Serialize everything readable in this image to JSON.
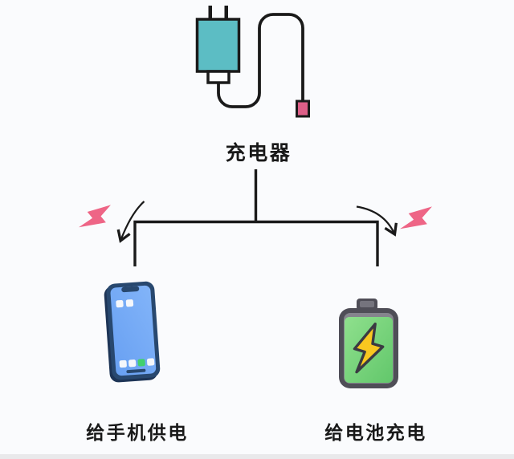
{
  "diagram": {
    "root": {
      "icon": "charger-icon",
      "label": "充电器"
    },
    "branches": [
      {
        "icon": "smartphone-icon",
        "label": "给手机供电",
        "connector": "curved-arrow-left",
        "decoration": "lightning-bolt-icon"
      },
      {
        "icon": "battery-charging-icon",
        "label": "给电池充电",
        "connector": "curved-arrow-right",
        "decoration": "lightning-bolt-icon"
      }
    ]
  },
  "colors": {
    "background": "#fafbfd",
    "line": "#1a1a1a",
    "text": "#191919",
    "charger_body": "#5cbdc4",
    "charger_connector": "#fdfdfd",
    "usb_plug": "#de5f88",
    "lightning_pink": "#ee6586",
    "phone_frame": "#28486f",
    "phone_frame_dark": "#1d3456",
    "phone_screen_light": "#82b4f9",
    "phone_screen_dark": "#68a0f2",
    "phone_icon_white": "#f5f7fb",
    "phone_icon_green": "#41d06f",
    "battery_shell": "#4f4e57",
    "battery_rim": "#85848d",
    "battery_cap_inner": "#75747d",
    "battery_green_light": "#8fe08d",
    "battery_green_dark": "#62c76b",
    "bolt_yellow": "#f9c720",
    "bolt_outline": "#3b3a42",
    "footer_band": "#e9e9eb"
  }
}
